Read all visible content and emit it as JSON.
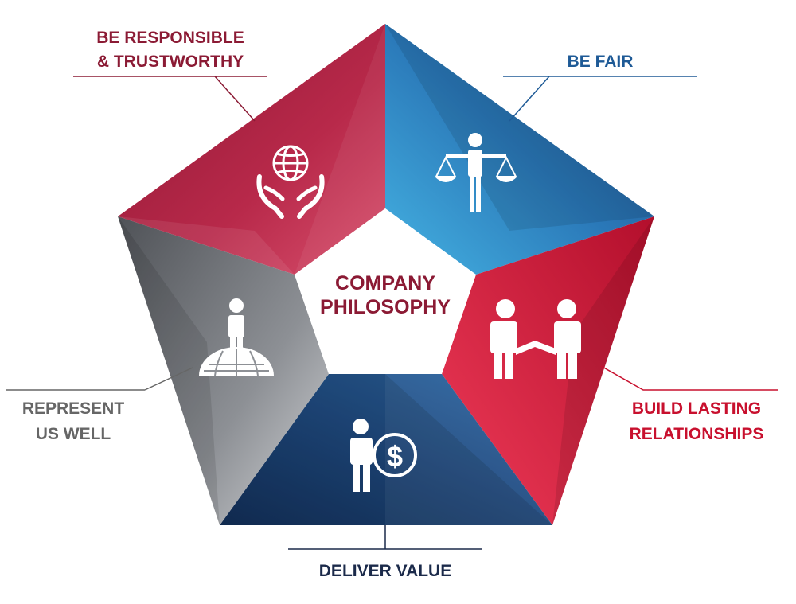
{
  "center": {
    "line1": "COMPANY",
    "line2": "PHILOSOPHY"
  },
  "values": [
    {
      "id": "be-responsible",
      "line1": "BE RESPONSIBLE",
      "line2": "& TRUSTWORTHY",
      "icon": "hands-globe-icon",
      "color": "#8b1a34"
    },
    {
      "id": "be-fair",
      "line1": "BE FAIR",
      "line2": "",
      "icon": "scales-person-icon",
      "color": "#1e5a96"
    },
    {
      "id": "build-lasting",
      "line1": "BUILD LASTING",
      "line2": "RELATIONSHIPS",
      "icon": "handshake-icon",
      "color": "#c8102e"
    },
    {
      "id": "deliver-value",
      "line1": "DELIVER VALUE",
      "line2": "",
      "icon": "person-dollar-icon",
      "color": "#1b2a4a"
    },
    {
      "id": "represent",
      "line1": "REPRESENT",
      "line2": "US WELL",
      "icon": "person-on-globe-icon",
      "color": "#666666"
    }
  ],
  "colors": {
    "red_dark": "#8b1a34",
    "red_mid": "#c0304f",
    "red_light": "#e0506b",
    "blue_dark": "#1e4f86",
    "blue_light": "#3aa6da",
    "crimson": "#d81f3c",
    "navy": "#1b3f72",
    "gray_dark": "#5a5d62",
    "gray_light": "#c4c7cb"
  }
}
